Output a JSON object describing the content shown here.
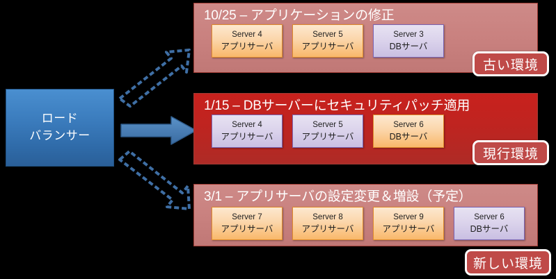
{
  "diagram": {
    "load_balancer": {
      "line1": "ロード",
      "line2": "バランサー",
      "color": "#3b7cbd"
    },
    "arrows": [
      {
        "name": "arrow-to-old-environment",
        "style": "dashed-outline",
        "direction": "up-right",
        "color": "#3f6fa5"
      },
      {
        "name": "arrow-to-current-environment",
        "style": "solid-filled",
        "direction": "right",
        "color": "#4a7eb5"
      },
      {
        "name": "arrow-to-new-environment",
        "style": "dashed-outline",
        "direction": "down-right",
        "color": "#3f6fa5"
      }
    ],
    "panels": [
      {
        "key": "old",
        "title": "10/25 – アプリケーションの修正",
        "badge": "古い環境",
        "panel_color": "#c9817f",
        "servers": [
          {
            "name": "Server 4",
            "role": "アプリサーバ",
            "type": "app"
          },
          {
            "name": "Server 5",
            "role": "アプリサーバ",
            "type": "app"
          },
          {
            "name": "Server 3",
            "role": "DBサーバ",
            "type": "db"
          }
        ]
      },
      {
        "key": "current",
        "title": "1/15 – DBサーバーにセキュリティパッチ適用",
        "badge": "現行環境",
        "panel_color": "#bf2420",
        "servers": [
          {
            "name": "Server 4",
            "role": "アプリサーバ",
            "type": "db"
          },
          {
            "name": "Server 5",
            "role": "アプリサーバ",
            "type": "db"
          },
          {
            "name": "Server 6",
            "role": "DBサーバ",
            "type": "app"
          }
        ]
      },
      {
        "key": "new",
        "title": "3/1 – アプリサーバの設定変更＆増設（予定）",
        "badge": "新しい環境",
        "panel_color": "#c9817f",
        "servers": [
          {
            "name": "Server 7",
            "role": "アプリサーバ",
            "type": "app"
          },
          {
            "name": "Server 8",
            "role": "アプリサーバ",
            "type": "app"
          },
          {
            "name": "Server 9",
            "role": "アプリサーバ",
            "type": "app"
          },
          {
            "name": "Server 6",
            "role": "DBサーバ",
            "type": "db"
          }
        ]
      }
    ]
  }
}
